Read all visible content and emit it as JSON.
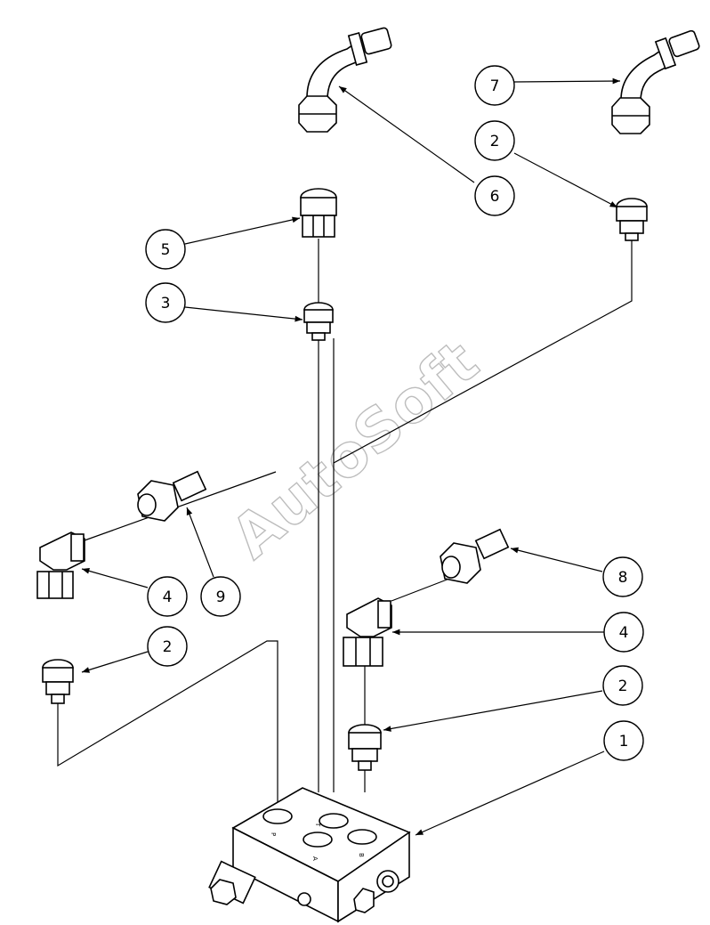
{
  "watermark": "AutoSoft",
  "callouts": [
    {
      "id": "c7",
      "label": "7"
    },
    {
      "id": "c2a",
      "label": "2"
    },
    {
      "id": "c6",
      "label": "6"
    },
    {
      "id": "c5",
      "label": "5"
    },
    {
      "id": "c3",
      "label": "3"
    },
    {
      "id": "c4a",
      "label": "4"
    },
    {
      "id": "c9",
      "label": "9"
    },
    {
      "id": "c2b",
      "label": "2"
    },
    {
      "id": "c8",
      "label": "8"
    },
    {
      "id": "c4b",
      "label": "4"
    },
    {
      "id": "c2c",
      "label": "2"
    },
    {
      "id": "c1",
      "label": "1"
    }
  ],
  "block_port_labels": [
    "P",
    "T",
    "A",
    "B"
  ]
}
